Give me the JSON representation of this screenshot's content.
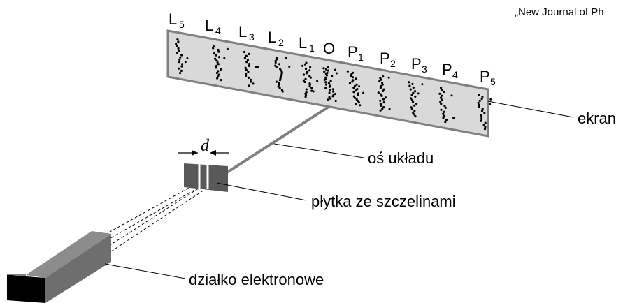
{
  "source_note": "„New Journal of Ph",
  "screen_labels": {
    "left": [
      {
        "base": "L",
        "sub": "5"
      },
      {
        "base": "L",
        "sub": "4"
      },
      {
        "base": "L",
        "sub": "3"
      },
      {
        "base": "L",
        "sub": "2"
      },
      {
        "base": "L",
        "sub": "1"
      }
    ],
    "center": "O",
    "right": [
      {
        "base": "P",
        "sub": "1"
      },
      {
        "base": "P",
        "sub": "2"
      },
      {
        "base": "P",
        "sub": "3"
      },
      {
        "base": "P",
        "sub": "4"
      },
      {
        "base": "P",
        "sub": "5"
      }
    ]
  },
  "slit_spacing_label": "d",
  "callouts": {
    "screen": "ekran",
    "axis": "oś układu",
    "plate": "płytka ze szczelinami",
    "gun": "działko elektronowe"
  },
  "colors": {
    "screen_fill": "#d9d9d9",
    "screen_border": "#7f7f7f",
    "axis": "#7f7f7f",
    "plate": "#595959",
    "gun_side": "#6e6e6e",
    "gun_top": "#8c8c8c",
    "gun_front": "#000000"
  }
}
